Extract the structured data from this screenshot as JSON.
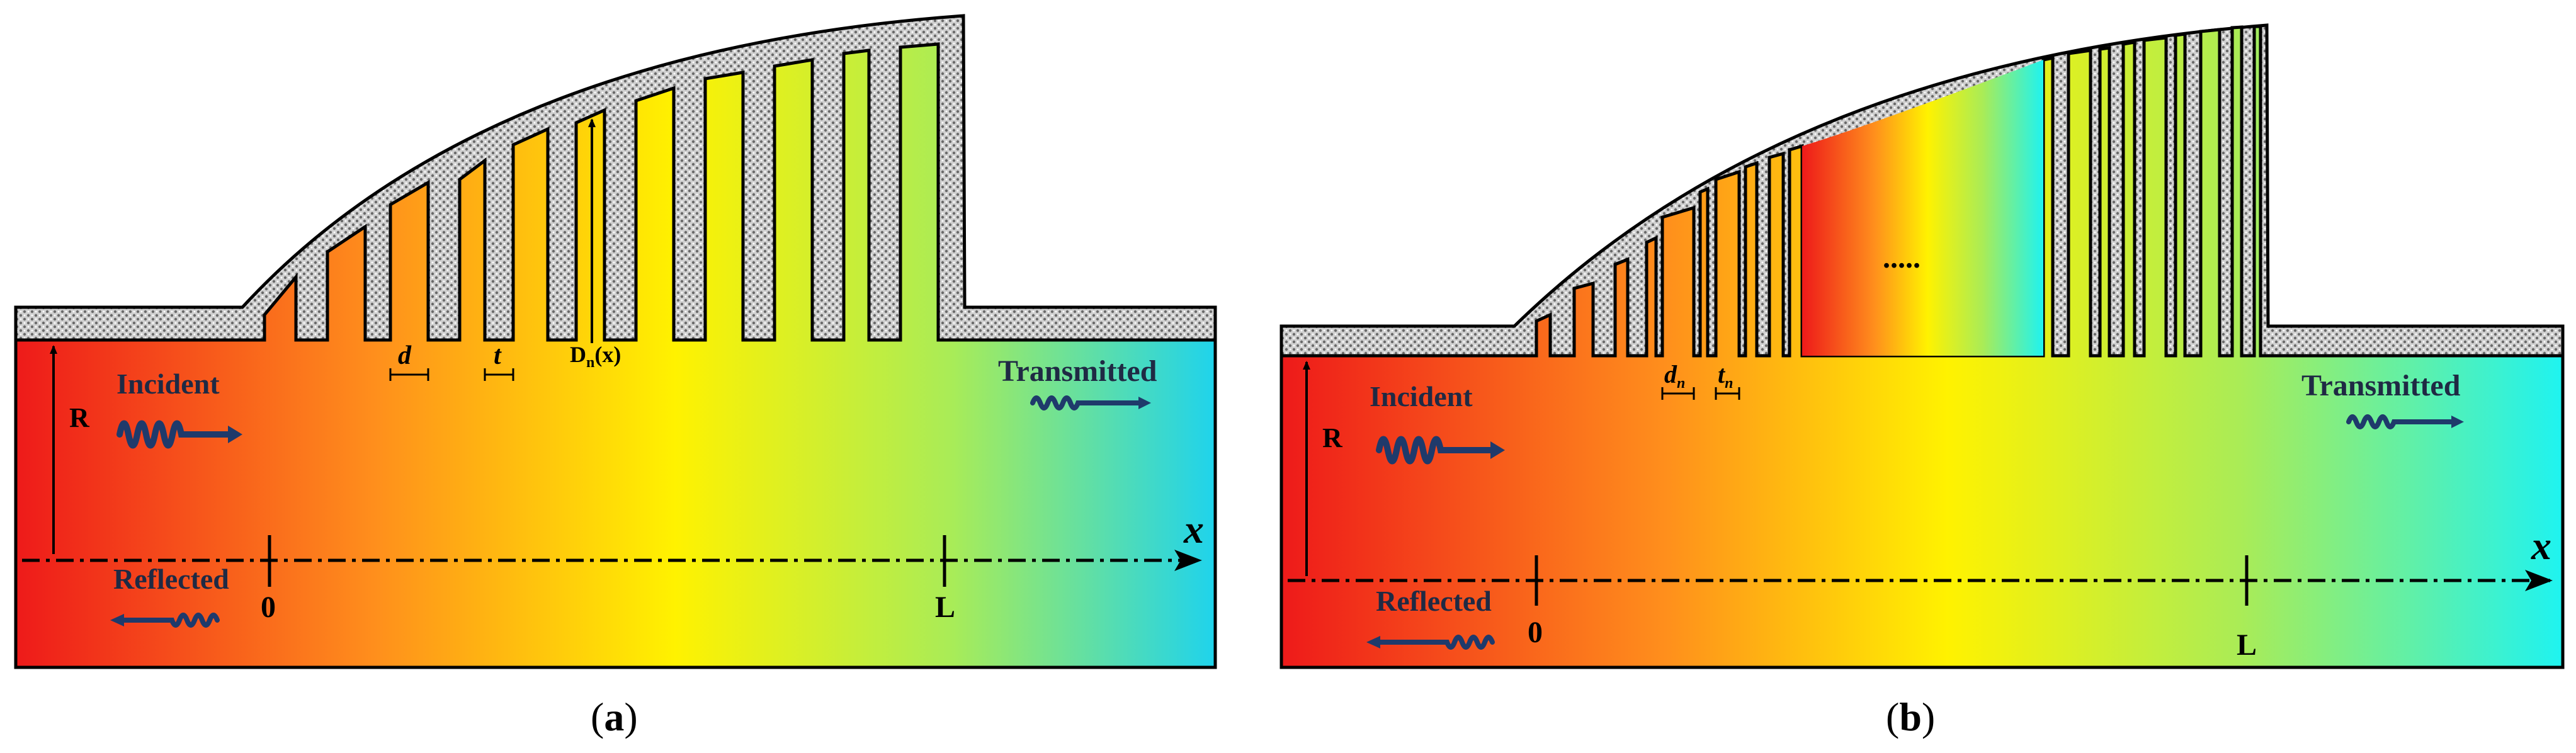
{
  "panel_a": {
    "caption_open": "(",
    "caption_letter": "a",
    "caption_close": ")",
    "incident": "Incident",
    "transmitted": "Transmitted",
    "reflected": "Reflected",
    "radius_label": "R",
    "axis_label": "x",
    "origin_tick": "0",
    "length_tick": "L",
    "slit_width_label": "d",
    "wall_thickness_label": "t",
    "depth_label_main": "D",
    "depth_label_sub": "n",
    "depth_label_tail": "(x)"
  },
  "panel_b": {
    "caption_open": "(",
    "caption_letter": "b",
    "caption_close": ")",
    "incident": "Incident",
    "transmitted": "Transmitted",
    "reflected": "Reflected",
    "radius_label": "R",
    "axis_label": "x",
    "origin_tick": "0",
    "length_tick": "L",
    "slit_width_main": "d",
    "slit_width_sub": "n",
    "wall_thickness_main": "t",
    "wall_thickness_sub": "n",
    "ellipsis": "....."
  },
  "colors": {
    "gradient": [
      "#ee1b1b",
      "#ff8c1a",
      "#ffee00",
      "#a6ee55",
      "#18dcf2"
    ],
    "arrow_blue": "#1f3a6b",
    "housing_fill": "#c9c9c9",
    "outline": "#000000"
  }
}
